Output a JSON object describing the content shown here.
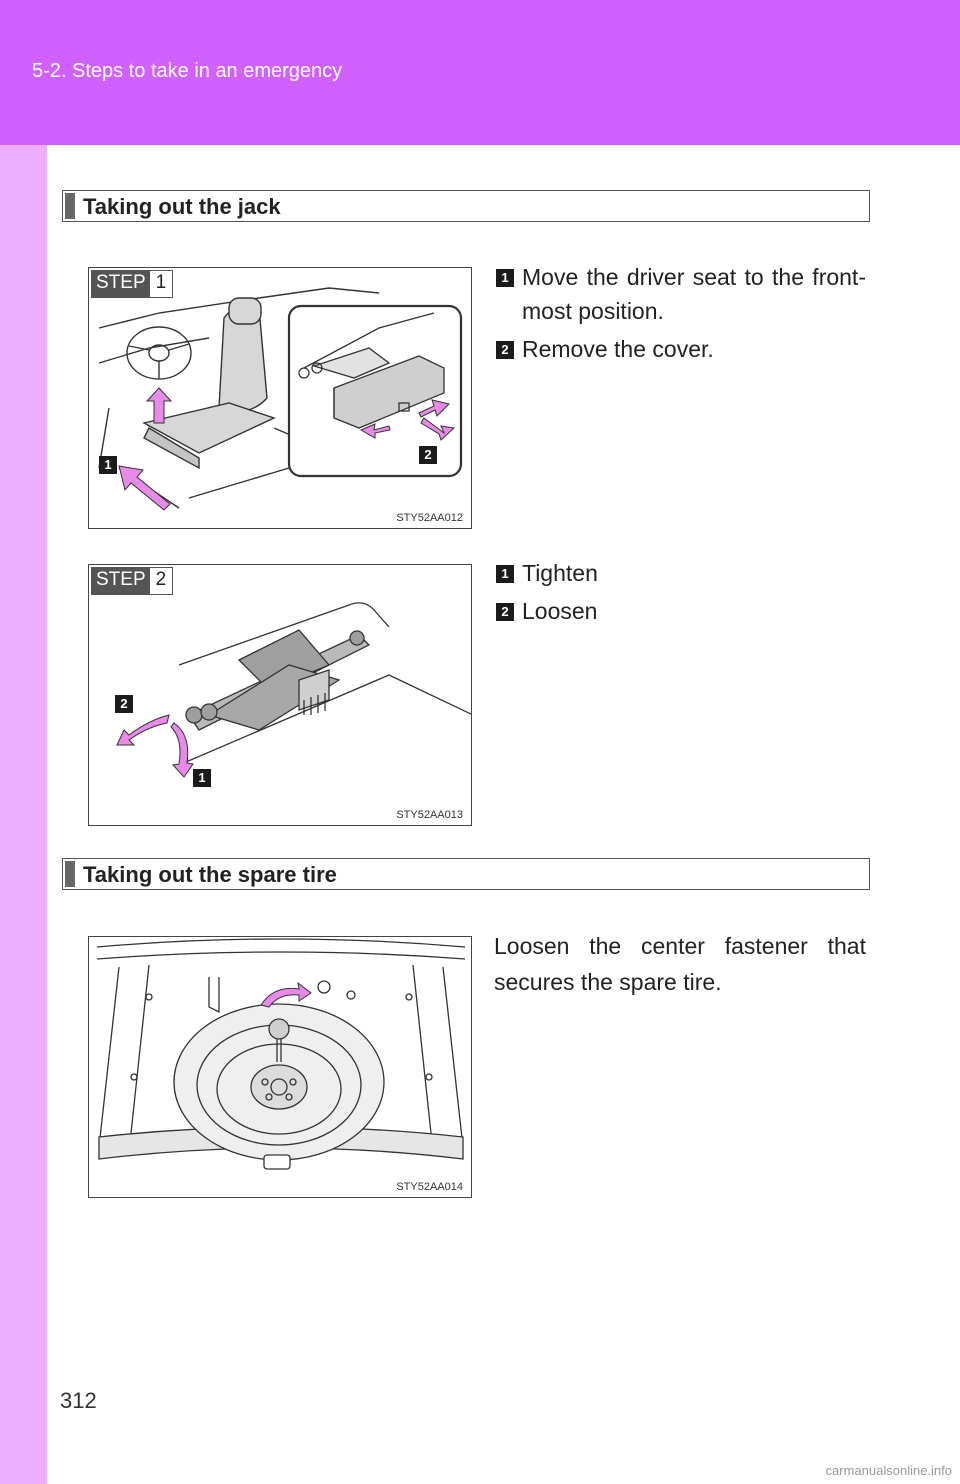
{
  "header": {
    "section": "5-2. Steps to take in an emergency"
  },
  "page_number": "312",
  "watermark": "carmanualsonline.info",
  "jack": {
    "heading": "Taking out the jack",
    "step1": {
      "tag_label": "STEP",
      "tag_num": "1",
      "fig_code": "STY52AA012",
      "callouts": [
        "1",
        "2"
      ],
      "items": [
        {
          "num": "1",
          "text": "Move the driver seat to the front-most position."
        },
        {
          "num": "2",
          "text": "Remove the cover."
        }
      ]
    },
    "step2": {
      "tag_label": "STEP",
      "tag_num": "2",
      "fig_code": "STY52AA013",
      "callouts": [
        "2",
        "1"
      ],
      "items": [
        {
          "num": "1",
          "text": "Tighten"
        },
        {
          "num": "2",
          "text": "Loosen"
        }
      ]
    }
  },
  "spare": {
    "heading": "Taking out the spare tire",
    "fig_code": "STY52AA014",
    "text": "Loosen the center fastener that secures the spare tire."
  },
  "colors": {
    "header": "#d060ff",
    "left_strip": "#ecaeff",
    "arrow": "#e88ae8"
  }
}
